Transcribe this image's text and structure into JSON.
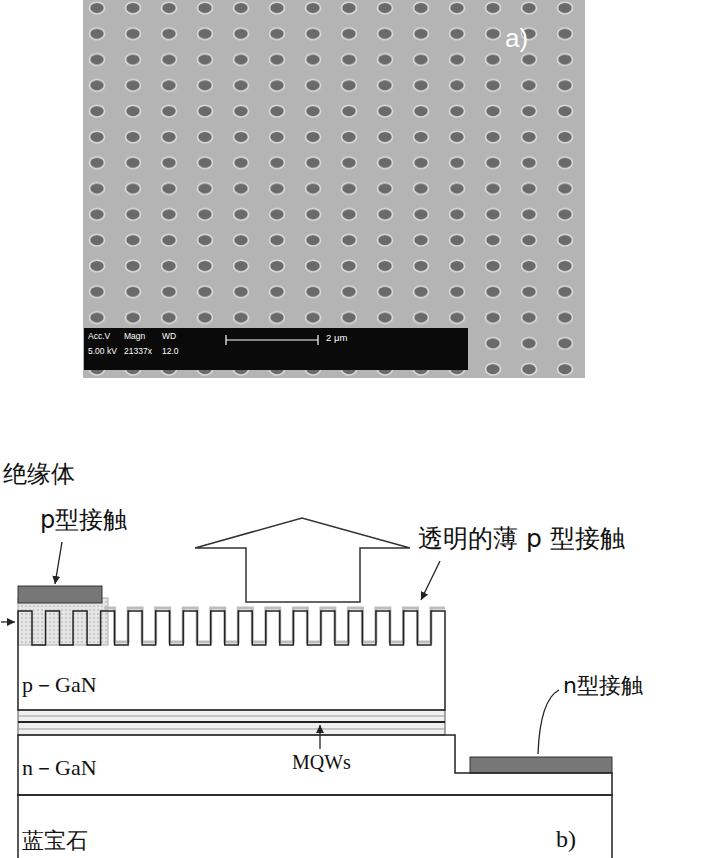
{
  "diagram": {
    "nodes": [
      {
        "text": [
          "p－GaN"
        ]
      },
      {
        "text": [
          "n－GaN"
        ]
      },
      {
        "text": [
          "蓝宝石"
        ]
      }
    ],
    "labels": [
      "a)",
      "Acc.V",
      "Magn",
      "WD",
      "5.00 kV",
      "21337x",
      "12.0",
      "2 μm",
      "绝缘体",
      "p型接触",
      "透明的薄 p 型接触",
      "MQWs",
      "n型接触",
      "b)"
    ]
  }
}
